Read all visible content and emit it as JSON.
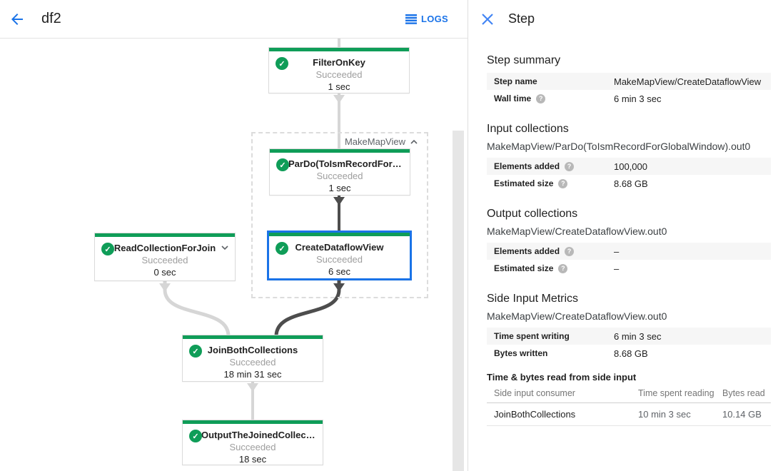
{
  "header": {
    "title": "df2",
    "logs_label": "LOGS"
  },
  "colors": {
    "accent_blue": "#1a73e8",
    "success_green": "#0f9d58",
    "connector_light": "#d6d6d6",
    "connector_dark": "#4d4d4d"
  },
  "graph": {
    "group_label": "MakeMapView",
    "nodes": [
      {
        "title": "FilterOnKey",
        "status": "Succeeded",
        "time": "1 sec"
      },
      {
        "title": "ParDo(ToIsmRecordFor…",
        "status": "Succeeded",
        "time": "1 sec"
      },
      {
        "title": "CreateDataflowView",
        "status": "Succeeded",
        "time": "6 sec"
      },
      {
        "title": "ReadCollectionForJoin",
        "status": "Succeeded",
        "time": "0 sec"
      },
      {
        "title": "JoinBothCollections",
        "status": "Succeeded",
        "time": "18 min 31 sec"
      },
      {
        "title": "OutputTheJoinedCollec…",
        "status": "Succeeded",
        "time": "18 sec"
      }
    ]
  },
  "panel": {
    "title": "Step",
    "step_summary": {
      "heading": "Step summary",
      "rows": [
        {
          "label": "Step name",
          "value": "MakeMapView/CreateDataflowView"
        },
        {
          "label": "Wall time",
          "value": "6 min 3 sec"
        }
      ]
    },
    "input_collections": {
      "heading": "Input collections",
      "name": "MakeMapView/ParDo(ToIsmRecordForGlobalWindow).out0",
      "rows": [
        {
          "label": "Elements added",
          "value": "100,000"
        },
        {
          "label": "Estimated size",
          "value": "8.68 GB"
        }
      ]
    },
    "output_collections": {
      "heading": "Output collections",
      "name": "MakeMapView/CreateDataflowView.out0",
      "rows": [
        {
          "label": "Elements added",
          "value": "–"
        },
        {
          "label": "Estimated size",
          "value": "–"
        }
      ]
    },
    "side_input_metrics": {
      "heading": "Side Input Metrics",
      "name": "MakeMapView/CreateDataflowView.out0",
      "rows": [
        {
          "label": "Time spent writing",
          "value": "6 min 3 sec"
        },
        {
          "label": "Bytes written",
          "value": "8.68 GB"
        }
      ]
    },
    "side_input_table": {
      "heading": "Time & bytes read from side input",
      "columns": [
        "Side input consumer",
        "Time spent reading",
        "Bytes read"
      ],
      "rows": [
        [
          "JoinBothCollections",
          "10 min 3 sec",
          "10.14 GB"
        ]
      ]
    }
  }
}
